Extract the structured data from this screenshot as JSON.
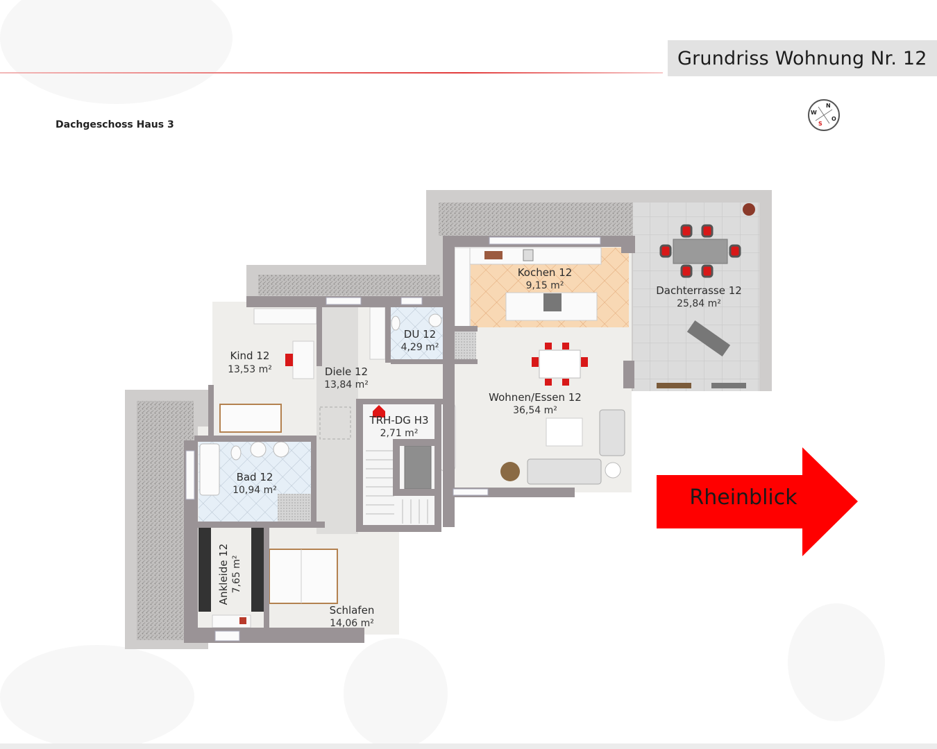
{
  "header": {
    "title": "Grundriss Wohnung Nr. 12",
    "subtitle": "Dachgeschoss Haus 3",
    "accent_line_color": "#e23a3a",
    "title_bg_color": "#e2e2e2"
  },
  "compass": {
    "icon": "compass-icon",
    "labels": {
      "north": "N",
      "east": "O",
      "south": "S",
      "west": "W"
    }
  },
  "rooms": {
    "kochen": {
      "name": "Kochen 12",
      "area": "9,15 m²"
    },
    "terrasse": {
      "name": "Dachterrasse 12",
      "area": "25,84 m²"
    },
    "du": {
      "name": "DU 12",
      "area": "4,29 m²"
    },
    "kind": {
      "name": "Kind 12",
      "area": "13,53 m²"
    },
    "diele": {
      "name": "Diele 12",
      "area": "13,84 m²"
    },
    "wohnen": {
      "name": "Wohnen/Essen 12",
      "area": "36,54 m²"
    },
    "trh": {
      "name": "TRH-DG H3",
      "area": "2,71 m²"
    },
    "bad": {
      "name": "Bad 12",
      "area": "10,94 m²"
    },
    "ankleide": {
      "name": "Ankleide 12",
      "area": "7,65 m²"
    },
    "schlafen": {
      "name": "Schlafen",
      "area": "14,06 m²"
    }
  },
  "view_arrow": {
    "label": "Rheinblick",
    "color": "#ff0000"
  },
  "colors": {
    "wall": "#9a9396",
    "floor": "#efeeeb",
    "gravel": "#b9b7b6",
    "kitchen_tile": "#f7d4ae",
    "bath_tile": "#e4eef6",
    "terrace_tile": "#d9d9d9",
    "furniture_red": "#d81818"
  }
}
